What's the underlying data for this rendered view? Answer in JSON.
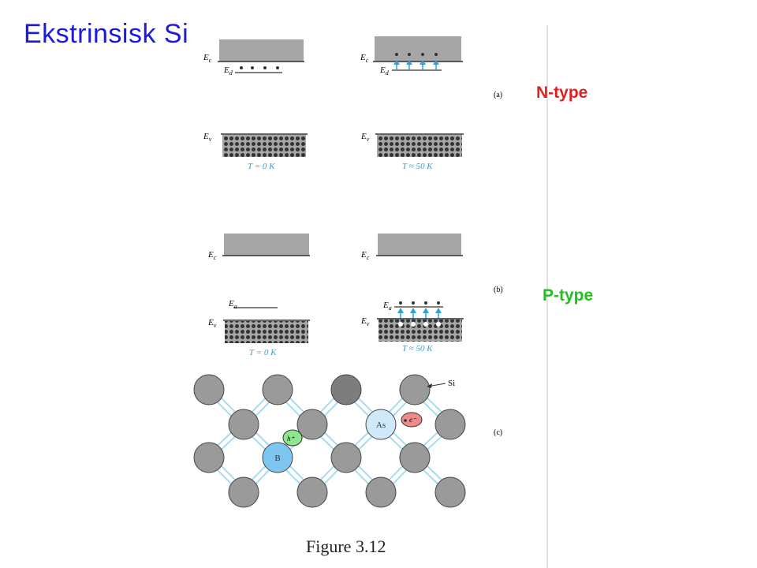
{
  "slide": {
    "title": "Ekstrinsisk  Si"
  },
  "labels": {
    "n_type": "N-type",
    "p_type": "P-type"
  },
  "panels": {
    "a": "(a)",
    "b": "(b)",
    "c": "(c)"
  },
  "band": {
    "ec": "E",
    "ec_sub": "c",
    "ev": "E",
    "ev_sub": "v",
    "ed": "E",
    "ed_sub": "d",
    "ea": "E",
    "ea_sub": "a"
  },
  "temps": {
    "t0": "T = 0 K",
    "t50": "T ≈ 50 K"
  },
  "lattice": {
    "si": "Si",
    "as": "As",
    "b": "B",
    "electron": "e⁻",
    "hole": "h⁺"
  },
  "caption": "Figure 3.12",
  "colors": {
    "title": "#1a1ae0",
    "n_type": "#e02020",
    "p_type": "#22c01e",
    "band_gray": "#a6a6a6",
    "atom_gray": "#9a9a9a",
    "bond_blue": "#a6dcf2",
    "arrow_blue": "#2aa2dd",
    "as_atom": "#cfe9f9",
    "b_atom": "#7cc6f0",
    "electron_fill": "#f08a8a",
    "hole_fill": "#8fe68f"
  }
}
